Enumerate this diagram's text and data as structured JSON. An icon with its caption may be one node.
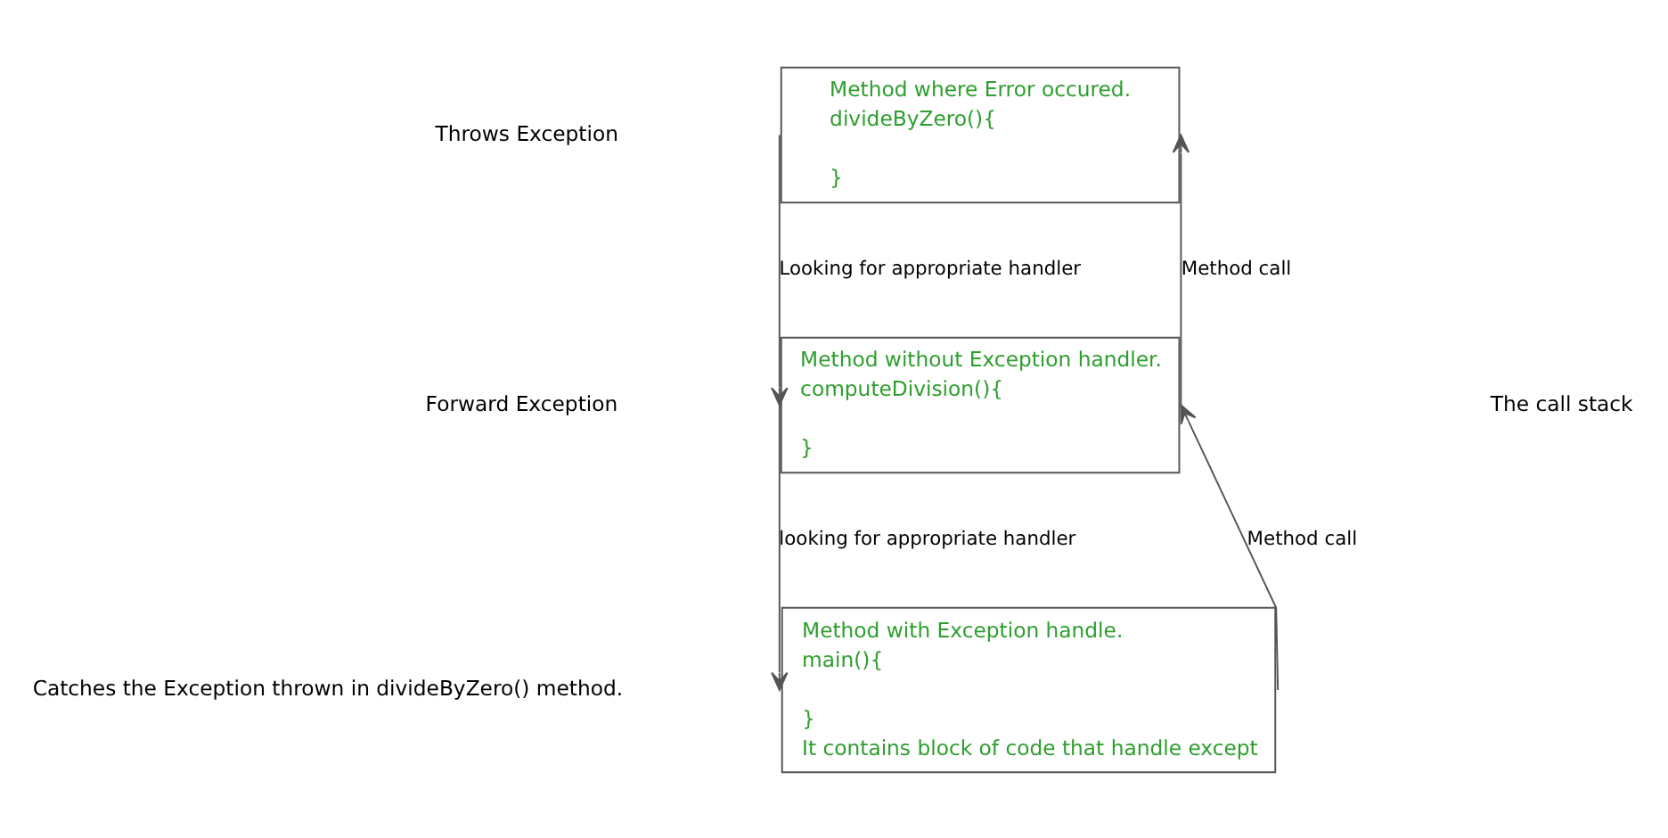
{
  "diagram": {
    "nodes": [
      {
        "text": [
          "Method where Error occured.",
          "divideByZero(){",
          "}"
        ]
      },
      {
        "text": [
          "Method without Exception handler.",
          "computeDivision(){",
          "}"
        ]
      },
      {
        "text": [
          "Method with Exception handle.",
          "main(){",
          "}",
          "It contains block of code that handle except"
        ]
      }
    ],
    "edges": [
      {
        "from": 0,
        "to": 1,
        "arrow": "to",
        "label": "Looking for appropriate handler"
      },
      {
        "from": 1,
        "to": 2,
        "arrow": "to",
        "label": "looking for appropriate handler"
      },
      {
        "from": 1,
        "to": 0,
        "arrow": "to",
        "label": "Method call"
      },
      {
        "from": 2,
        "to": 1,
        "arrow": "to",
        "label": "Method call"
      }
    ],
    "labels": [
      "Throws Exception",
      "Forward Exception",
      "Catches the Exception thrown in divideByZero() method.",
      "The call stack"
    ]
  }
}
